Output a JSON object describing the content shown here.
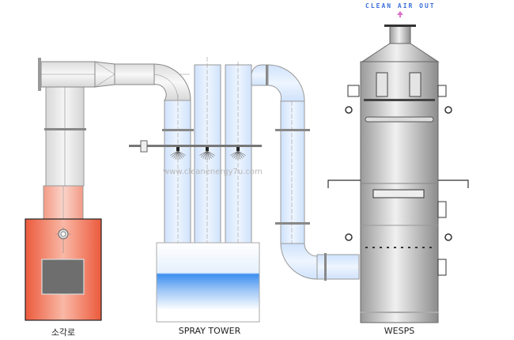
{
  "title": "Incinerator - Spray Tower - WESPS process diagram",
  "top_label": "CLEAN AIR OUT",
  "watermark": "www.cleanenergy7u.com",
  "components": [
    {
      "id": "incinerator",
      "label": "소각로"
    },
    {
      "id": "spray-tower",
      "label": "SPRAY TOWER"
    },
    {
      "id": "wesps",
      "label": "WESPS"
    }
  ],
  "colors": {
    "incinerator": "#ee6a4e",
    "incinerator_light": "#f8c0b0",
    "duct": "#e6e6e6",
    "water": "#4a9af0",
    "tower_fill": "#e4efff",
    "wesps": "#c8c8c8",
    "arrow": "#e070c8",
    "top_label": "#3a6fd8"
  }
}
